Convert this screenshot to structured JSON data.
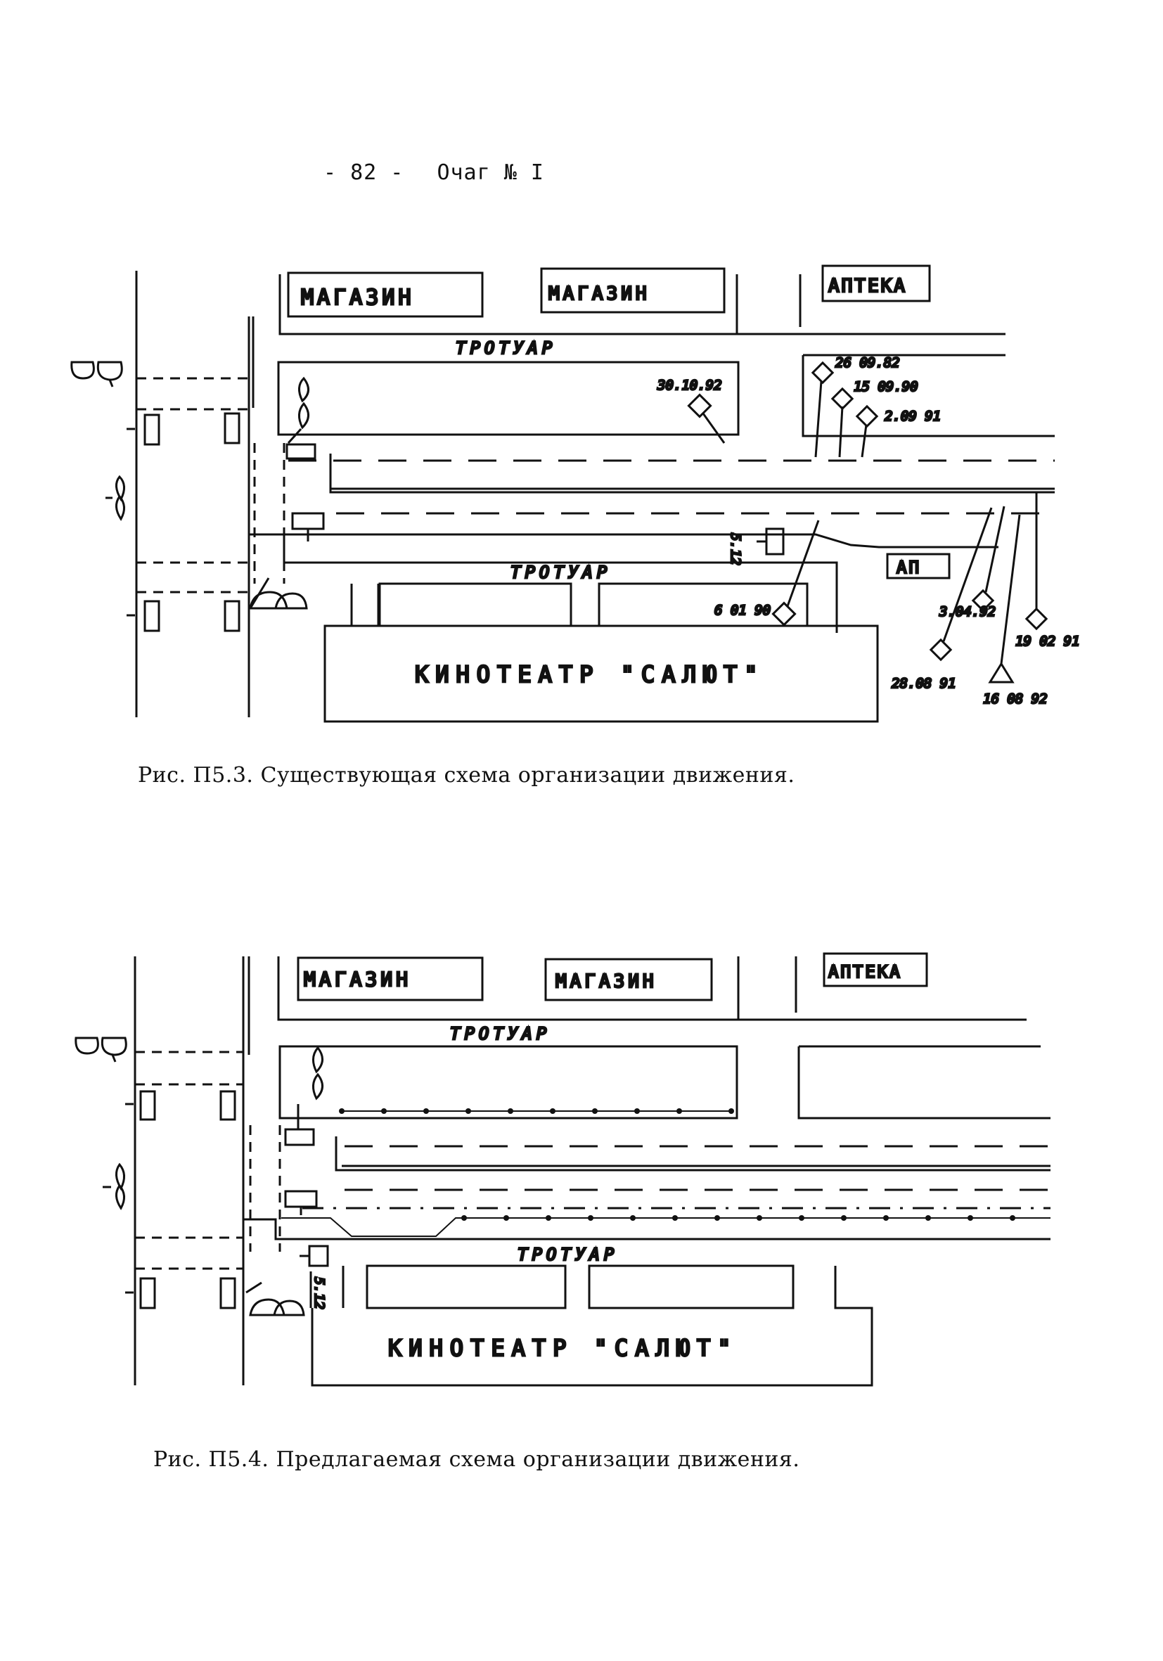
{
  "header": {
    "page_number": "- 82 -",
    "title": "Очаг № I"
  },
  "figure1": {
    "shop1": "МАГАЗИН",
    "shop2": "МАГАЗИН",
    "pharmacy": "АПТЕКА",
    "sidewalk_top": "ТРОТУАР",
    "sidewalk_bottom": "ТРОТУАР",
    "cinema": "КИНОТЕАТР   \"САЛЮТ\"",
    "bus_stop": "АП",
    "sign_code": "5.12",
    "dates": {
      "d1": "30.10.92",
      "d2": "26 09.82",
      "d3": "15 09.90",
      "d4": "2.09 91",
      "d5": "6 01 90",
      "d6": "3.04.92",
      "d7": "19 02 91",
      "d8": "28.08 91",
      "d9": "16 08 92"
    },
    "caption": "Рис. П5.3.  Существующая схема организации движения."
  },
  "figure2": {
    "shop1": "МАГАЗИН",
    "shop2": "МАГАЗИН",
    "pharmacy": "АПТЕКА",
    "sidewalk_top": "ТРОТУАР",
    "sidewalk_bottom": "ТРОТУАР",
    "cinema": "КИНОТЕАТР   \"САЛЮТ\"",
    "sign_code": "5.12",
    "caption": "Рис. П5.4.  Предлагаемая схема организации движения."
  }
}
